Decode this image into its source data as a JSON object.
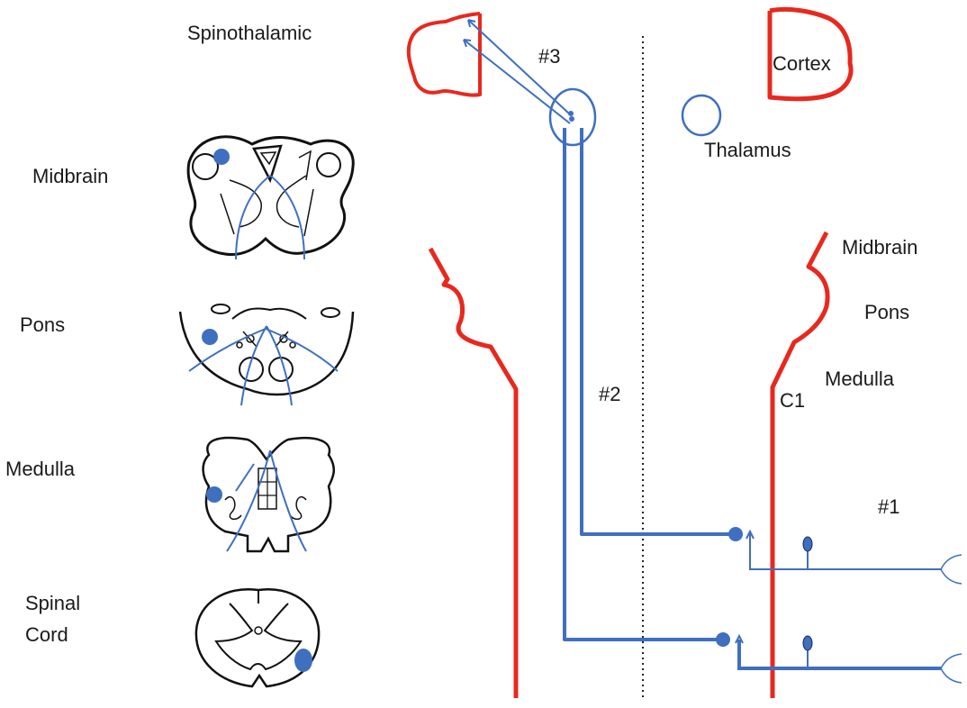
{
  "title": "Spinothalamic",
  "section_labels": {
    "midbrain": "Midbrain",
    "pons": "Pons",
    "medulla": "Medulla",
    "spinal_cord_line1": "Spinal",
    "spinal_cord_line2": "Cord"
  },
  "pathway_labels": {
    "cortex": "Cortex",
    "thalamus": "Thalamus",
    "midbrain": "Midbrain",
    "pons": "Pons",
    "medulla": "Medulla",
    "c1": "C1",
    "neuron_1": "#1",
    "neuron_2": "#2",
    "neuron_3": "#3"
  },
  "colors": {
    "pathway_blue": "#3f6fbf",
    "neuraxis_red": "#e8281e",
    "outline": "#111111",
    "midline": "#222222"
  }
}
